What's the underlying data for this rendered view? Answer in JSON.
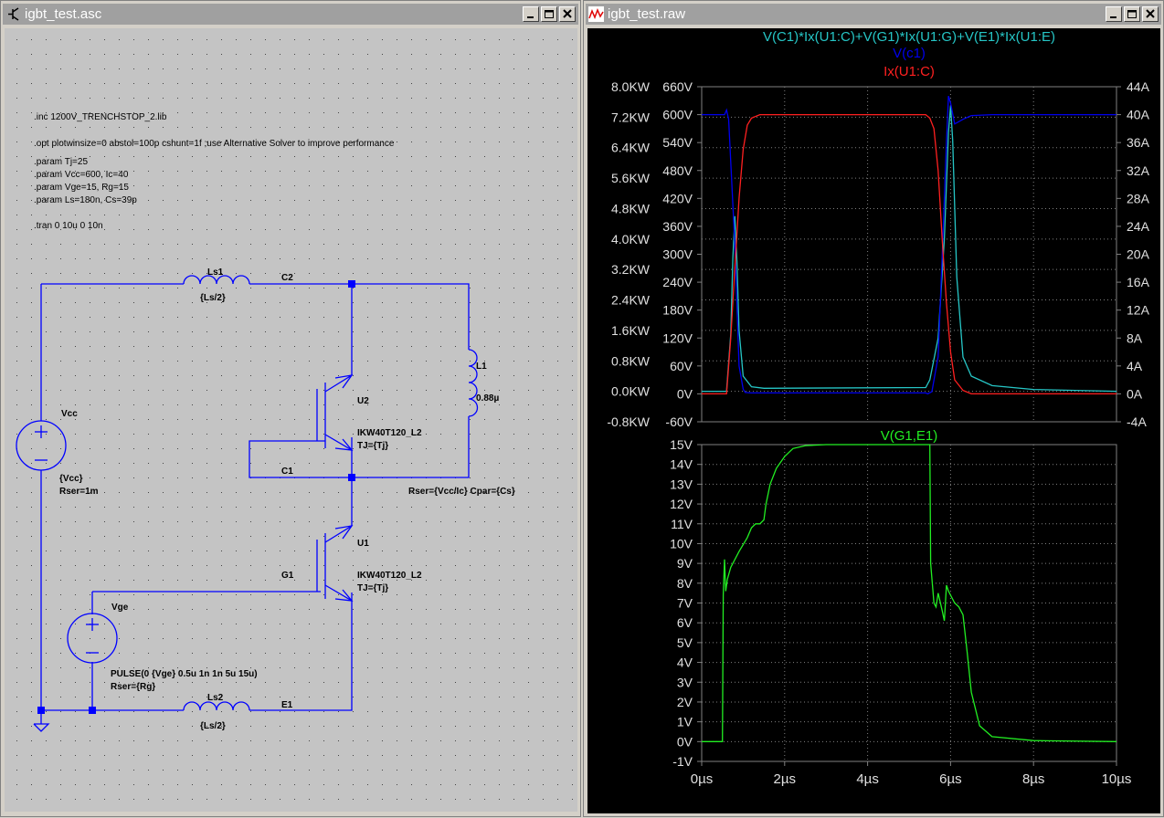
{
  "schematic_window": {
    "title": "igbt_test.asc",
    "directives": [
      ".inc 1200V_TRENCHSTOP_2.lib",
      ".opt plotwinsize=0 abstol=100p cshunt=1f ;use Alternative Solver to improve performance",
      ".param Tj=25",
      ".param Vcc=600, Ic=40",
      ".param Vge=15, Rg=15",
      ".param Ls=180n, Cs=39p",
      ".tran 0 10u 0 10n"
    ],
    "labels": {
      "ls1_name": "Ls1",
      "ls1_value": "{Ls/2}",
      "ls2_name": "Ls2",
      "ls2_value": "{Ls/2}",
      "l1_name": "L1",
      "l1_value": "0.88µ",
      "c2": "C2",
      "c1": "C1",
      "g1": "G1",
      "e1": "E1",
      "u2": "U2",
      "u2_model": "IKW40T120_L2",
      "u2_tj": "TJ={Tj}",
      "u1": "U1",
      "u1_model": "IKW40T120_L2",
      "u1_tj": "TJ={Tj}",
      "vcc_name": "Vcc",
      "vcc_value": "{Vcc}",
      "vcc_rser": "Rser=1m",
      "vge_name": "Vge",
      "vge_pulse": "PULSE(0 {Vge} 0.5u 1n 1n 5u 15u)",
      "vge_rser": "Rser={Rg}",
      "l1_rser": "Rser={Vcc/Ic} Cpar={Cs}"
    }
  },
  "plot_window": {
    "title": "igbt_test.raw"
  },
  "chart_data": [
    {
      "type": "line",
      "title": "",
      "series": [
        {
          "name": "V(C1)*Ix(U1:C)+V(G1)*Ix(U1:G)+V(E1)*Ix(U1:E)",
          "color": "#26c6c6",
          "axis": "power",
          "x": [
            0,
            0.6,
            0.7,
            0.75,
            0.8,
            0.85,
            0.9,
            1.0,
            1.2,
            1.5,
            5.4,
            5.5,
            5.7,
            5.85,
            5.95,
            6.0,
            6.05,
            6.15,
            6.3,
            6.5,
            7.0,
            8.0,
            10.0
          ],
          "y": [
            0,
            0,
            1.5,
            3.5,
            4.6,
            3.4,
            1.6,
            0.4,
            0.12,
            0.08,
            0.1,
            0.3,
            1.4,
            4.0,
            6.8,
            7.5,
            6.6,
            3.0,
            0.9,
            0.4,
            0.15,
            0.05,
            0
          ]
        },
        {
          "name": "V(c1)",
          "color": "#0000ee",
          "axis": "voltage",
          "x": [
            0,
            0.55,
            0.6,
            0.65,
            0.8,
            0.9,
            1.0,
            1.05,
            1.2,
            5.4,
            5.45,
            5.55,
            5.7,
            5.8,
            5.9,
            5.95,
            6.0,
            6.1,
            6.3,
            6.5,
            7.0,
            10.0
          ],
          "y": [
            600,
            600,
            610,
            590,
            320,
            60,
            10,
            3,
            2,
            2,
            0,
            5,
            80,
            300,
            540,
            640,
            625,
            580,
            590,
            598,
            600,
            600
          ]
        },
        {
          "name": "Ix(U1:C)",
          "color": "#ff2020",
          "axis": "current",
          "x": [
            0,
            0.6,
            0.7,
            0.8,
            0.9,
            1.0,
            1.1,
            1.2,
            1.4,
            5.4,
            5.5,
            5.6,
            5.7,
            5.8,
            5.9,
            6.0,
            6.1,
            6.3,
            6.5,
            10.0
          ],
          "y": [
            0,
            0,
            8,
            18,
            28,
            35,
            38.5,
            39.5,
            40,
            40,
            39.5,
            38,
            32,
            22,
            13,
            6,
            2,
            0.5,
            0,
            0
          ]
        }
      ],
      "axes": {
        "power": {
          "range": [
            -0.8,
            8.0
          ],
          "ticks": [
            "-0.8KW",
            "0.0KW",
            "0.8KW",
            "1.6KW",
            "2.4KW",
            "3.2KW",
            "4.0KW",
            "4.8KW",
            "5.6KW",
            "6.4KW",
            "7.2KW",
            "8.0KW"
          ]
        },
        "voltage": {
          "range": [
            -60,
            660
          ],
          "ticks": [
            "-60V",
            "0V",
            "60V",
            "120V",
            "180V",
            "240V",
            "300V",
            "360V",
            "420V",
            "480V",
            "540V",
            "600V",
            "660V"
          ]
        },
        "current": {
          "range": [
            -4,
            44
          ],
          "ticks": [
            "-4A",
            "0A",
            "4A",
            "8A",
            "12A",
            "16A",
            "20A",
            "24A",
            "28A",
            "32A",
            "36A",
            "40A",
            "44A"
          ]
        }
      },
      "grid": true
    },
    {
      "type": "line",
      "title": "",
      "series": [
        {
          "name": "V(G1,E1)",
          "color": "#22ee22",
          "x": [
            0,
            0.5,
            0.52,
            0.55,
            0.58,
            0.62,
            0.7,
            0.9,
            1.1,
            1.2,
            1.3,
            1.4,
            1.5,
            1.55,
            1.65,
            1.8,
            2.0,
            2.2,
            2.5,
            3.0,
            5.5,
            5.52,
            5.6,
            5.65,
            5.7,
            5.8,
            5.85,
            5.9,
            5.95,
            6.1,
            6.2,
            6.3,
            6.4,
            6.5,
            6.7,
            7.0,
            8.0,
            10.0
          ],
          "y": [
            0,
            0,
            7.4,
            9.2,
            7.6,
            8.2,
            8.8,
            9.6,
            10.3,
            10.8,
            11.0,
            11.0,
            11.2,
            12.0,
            13.0,
            13.8,
            14.4,
            14.8,
            14.95,
            15.0,
            15.0,
            9.0,
            7.0,
            6.8,
            7.5,
            6.6,
            6.1,
            7.9,
            7.6,
            7.0,
            6.8,
            6.4,
            4.5,
            2.5,
            0.8,
            0.25,
            0.05,
            0
          ]
        }
      ],
      "xlim": [
        0,
        10
      ],
      "x_ticks": [
        "0µs",
        "2µs",
        "4µs",
        "6µs",
        "8µs",
        "10µs"
      ],
      "ylim": [
        -1,
        15
      ],
      "y_ticks": [
        "-1V",
        "0V",
        "1V",
        "2V",
        "3V",
        "4V",
        "5V",
        "6V",
        "7V",
        "8V",
        "9V",
        "10V",
        "11V",
        "12V",
        "13V",
        "14V",
        "15V"
      ],
      "grid": true
    }
  ]
}
